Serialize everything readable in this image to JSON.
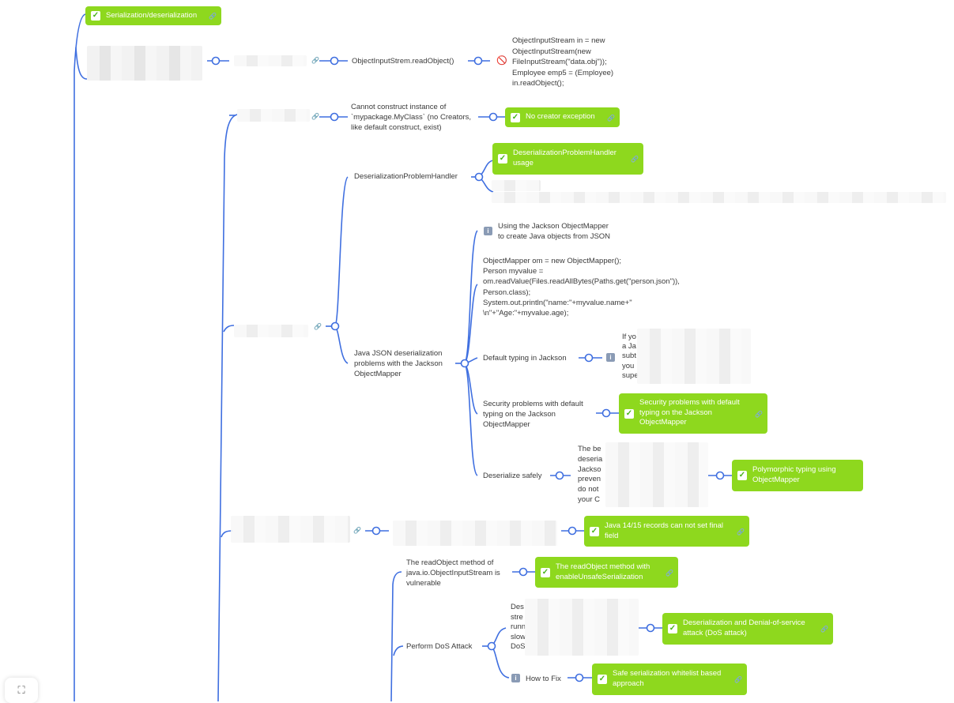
{
  "mindmap": {
    "root": {
      "label": "Serialization/deserialization"
    },
    "readobject": {
      "call": "ObjectInputStrem.readObject()",
      "code": "ObjectInputStream in = new\nObjectInputStream(new\nFileInputStream(\"data.obj\"));\nEmployee emp5 = (Employee)\nin.readObject();"
    },
    "creator": {
      "text": "Cannot construct instance of `mypackage.MyClass` (no Creators, like default construct, exist)",
      "badge": "No creator exception"
    },
    "handler": {
      "label": "DeserializationProblemHandler",
      "badge": "DeserializationProblemHandler usage"
    },
    "jackson": {
      "label": "Java JSON deserialization problems with the Jackson ObjectMapper",
      "info_text": "Using the Jackson ObjectMapper\nto create Java objects from JSON",
      "code": "ObjectMapper om = new ObjectMapper();\nPerson myvalue =\nom.readValue(Files.readAllBytes(Paths.get(\"person.json\")),\nPerson.class);\nSystem.out.println(\"name:\"+myvalue.name+\"\n\\n\"+\"Age:\"+myvalue.age);",
      "default_typing": "Default typing in Jackson",
      "default_typing_note": "If yo\na Ja\nsubt\nyou\nsupe",
      "security_text": "Security problems with default typing on the Jackson ObjectMapper",
      "security_badge": "Security problems with default typing on the Jackson ObjectMapper",
      "deserialize_safely": "Deserialize safely",
      "safe_note": "The be\ndeseria\nJackso\npreven\ndo not\nyour C",
      "poly_badge": "Polymorphic typing using ObjectMapper"
    },
    "records": {
      "badge": "Java 14/15 records can not set final field"
    },
    "vuln": {
      "text": "The readObject method of java.io.ObjectInputStream is vulnerable",
      "badge": "The readObject method with enableUnsafeSerialization"
    },
    "dos": {
      "label": "Perform DoS Attack",
      "note": "Des\nstre\nrunn\nslow\nDoS",
      "badge": "Deserialization and Denial-of-service attack (DoS attack)",
      "howto": "How to Fix",
      "howto_badge": "Safe serialization whitelist based approach"
    }
  },
  "icons": {
    "check": "✓",
    "link": "🔗",
    "info": "i",
    "forbidden": "🚫",
    "screenshot": "⛶"
  },
  "colors": {
    "branch": "#3f6fe0",
    "badge": "#8ed81e"
  }
}
